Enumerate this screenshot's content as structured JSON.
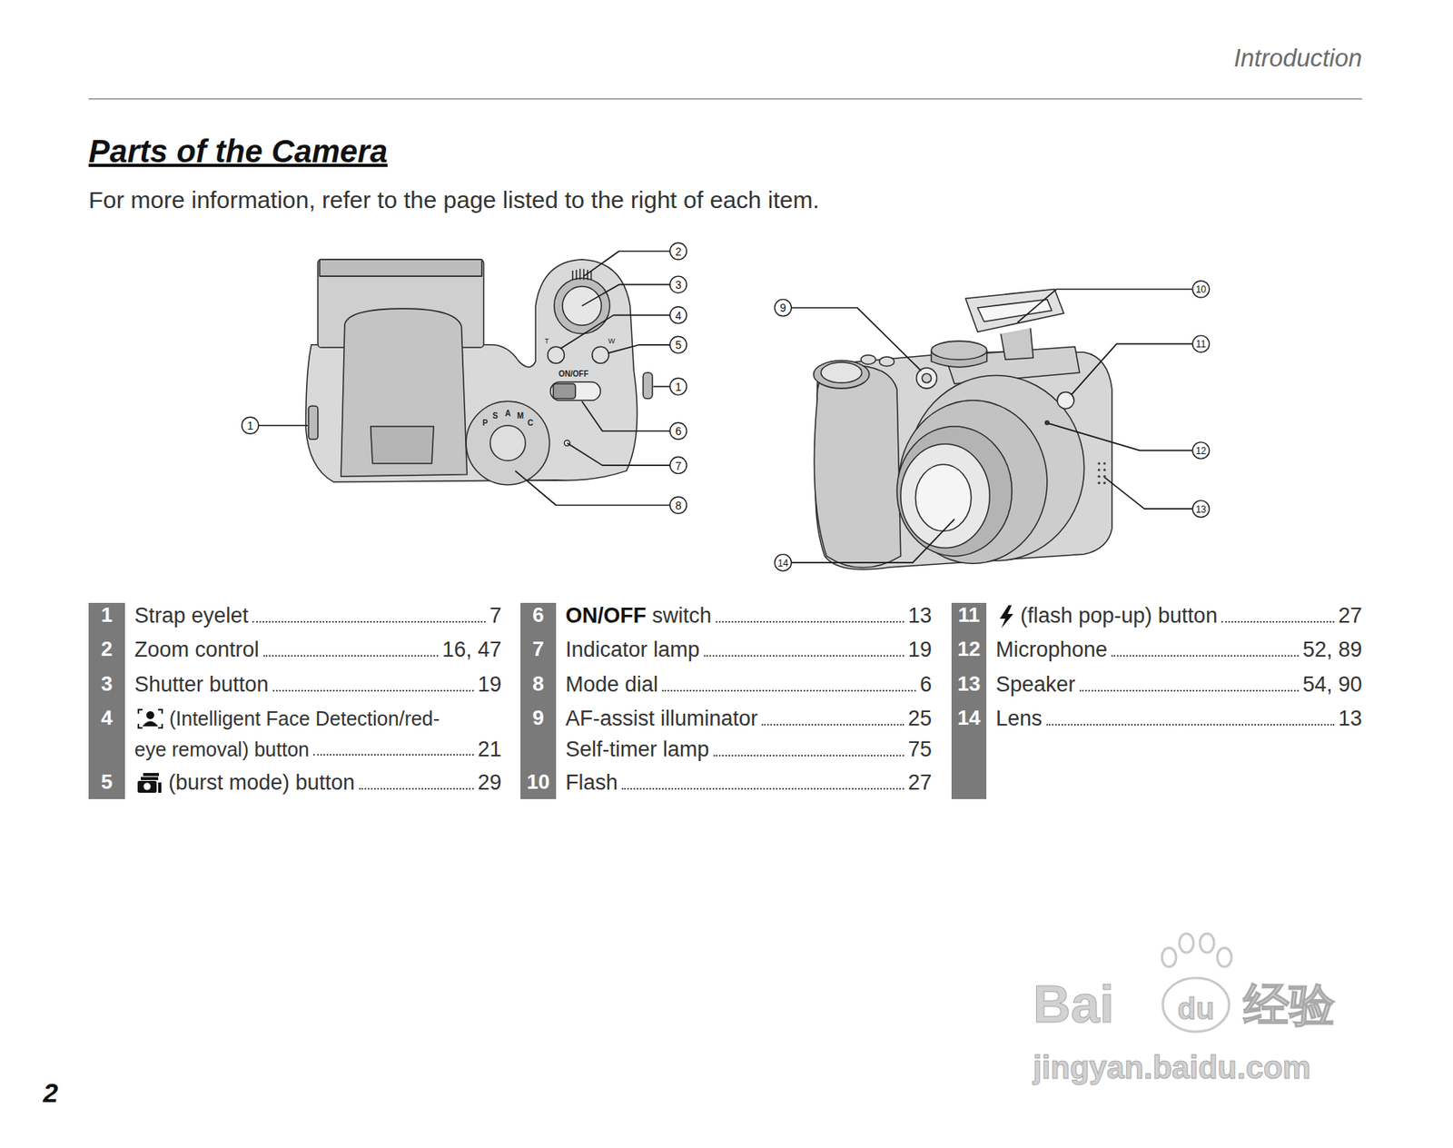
{
  "diagram": {
    "title": "Parts of the Camera",
    "labels": [
      "Introduction",
      "For more information, refer to the page listed to the right of each item.",
      "ON/OFF",
      "T",
      "W",
      "P",
      "S",
      "A",
      "M",
      "C",
      "2",
      "3",
      "4",
      "5",
      "1",
      "6",
      "7",
      "8",
      "1",
      "9",
      "10",
      "11",
      "12",
      "13",
      "14",
      "1",
      "Strap eyelet",
      "7",
      "2",
      "Zoom control",
      "16, 47",
      "3",
      "Shutter button",
      "19",
      "4",
      "(Intelligent Face Detection/red-eye removal) button",
      "21",
      "5",
      "(burst mode) button",
      "29",
      "6",
      "ON/OFF",
      "switch",
      "13",
      "7",
      "Indicator lamp",
      "19",
      "8",
      "Mode dial",
      "6",
      "9",
      "AF-assist illuminator",
      "25",
      "Self-timer lamp",
      "75",
      "10",
      "Flash",
      "27",
      "11",
      "(flash pop-up) button",
      "27",
      "12",
      "Microphone",
      "52, 89",
      "13",
      "Speaker",
      "54, 90",
      "14",
      "Lens",
      "13",
      "2",
      "Bai",
      "du",
      "经验",
      "jingyan.baidu.com"
    ]
  }
}
